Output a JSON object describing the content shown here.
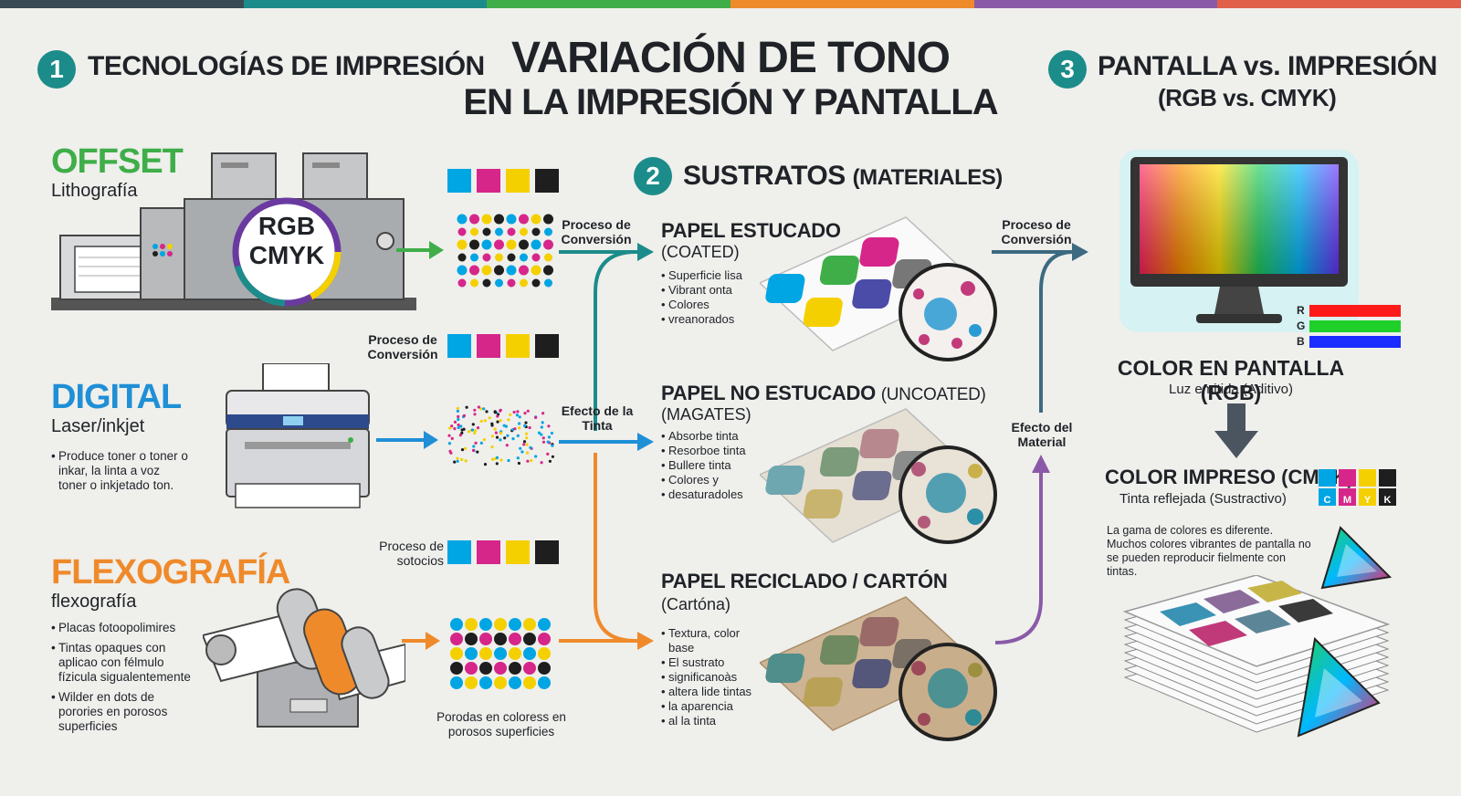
{
  "colors": {
    "teal": "#1c8c8a",
    "green": "#3fae49",
    "blue": "#1f8fd6",
    "orange": "#ef8a2b",
    "purple": "#8a5aa8",
    "cyan": "#00a5e3",
    "magenta": "#d6268a",
    "yellow": "#f5d000",
    "black": "#1e1e1e"
  },
  "title": {
    "line1": "VARIACIÓN DE TONO",
    "line2": "EN LA IMPRESIÓN Y PANTALLA"
  },
  "section1": {
    "number": "1",
    "heading": "TECNOLOGÍAS DE IMPRESIÓN",
    "badge_line1": "RGB",
    "badge_line2": "CMYK",
    "offset": {
      "name": "OFFSET",
      "subtitle": "Lithografía"
    },
    "digital": {
      "name": "DIGITAL",
      "subtitle": "Laser/inkjet",
      "bullets": [
        "Produce toner o toner o inkar, la linta a voz toner o inkjetado ton."
      ]
    },
    "flexo": {
      "name": "FLEXOGRAFÍA",
      "subtitle": "flexografía",
      "bullets": [
        "Placas fotoopolimires",
        "Tintas opaques con aplicao con félmulo fízicula sigualentemente",
        "Wilder en dots de porories en porosos superficies"
      ]
    },
    "proc_conv_1": "Proceso de Conversión",
    "proc_sotocios": "Proceso de sotocios",
    "porous_note": "Porodas en coloress en porosos superficies"
  },
  "flow": {
    "proc_conv_a": "Proceso de Conversión",
    "efecto_tinta": "Efecto de la Tinta",
    "proc_conv_b": "Proceso de Conversión",
    "efecto_material": "Efecto del Material"
  },
  "section2": {
    "number": "2",
    "heading": "SUSTRATOS",
    "heading_small": "(MATERIALES)",
    "papers": [
      {
        "name": "PAPEL ESTUCADO",
        "name_small": "",
        "sub": "(COATED)",
        "bullets": [
          "Superficie lisa",
          "Vibrant onta",
          "Colores",
          "vreanorados"
        ]
      },
      {
        "name": "PAPEL NO ESTUCADO",
        "name_small": "(UNCOATED)",
        "sub": "(MAGATES)",
        "bullets": [
          "Absorbe tinta",
          "Resorboe tinta",
          "Bullere tinta",
          "Colores y",
          "desaturadoles"
        ]
      },
      {
        "name": "PAPEL RECICLADO / CARTÓN",
        "name_small": "",
        "sub": "(Cartóna)",
        "bullets": [
          "Textura, color base",
          "El sustrato",
          "significanoàs",
          "altera lide tintas",
          "la aparencia",
          "al la tinta"
        ]
      }
    ]
  },
  "section3": {
    "number": "3",
    "heading": "PANTALLA vs. IMPRESIÓN",
    "heading2": "(RGB vs. CMYK)",
    "rgb_letters": [
      "R",
      "G",
      "B"
    ],
    "screen_title": "COLOR EN PANTALLA (RGB)",
    "screen_sub": "Luz emitida (Aditivo)",
    "print_title": "COLOR IMPRESO (CMYK)",
    "print_sub": "Tinta reflejada (Sustractivo)",
    "cmyk_letters": [
      "C",
      "M",
      "Y",
      "K"
    ],
    "gamut_note": "La gama de colores es diferente. Muchos colores vibrantes de pantalla no se pueden reproducir fielmente con tintas."
  }
}
